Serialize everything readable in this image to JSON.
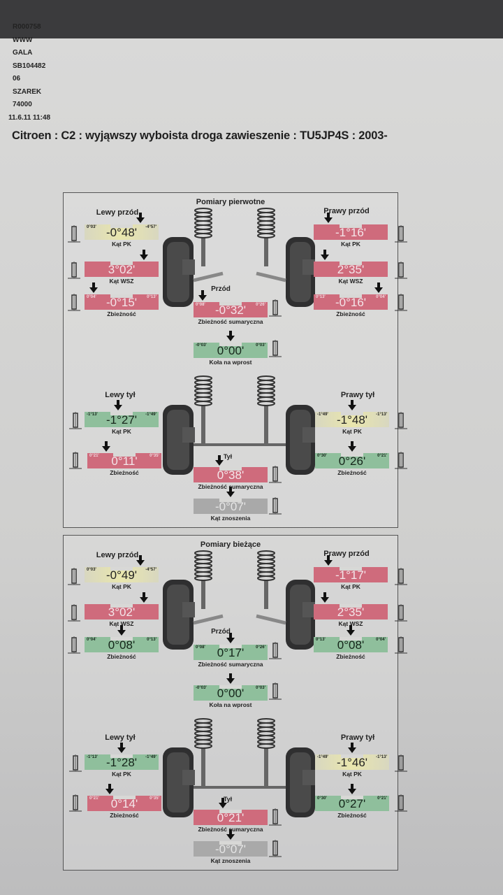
{
  "header": {
    "lines": [
      "R000758",
      "WWW",
      "GALA",
      "SB104482",
      "06",
      "SZAREK",
      "74000",
      "11.6.11 11:48"
    ],
    "title": "Citroen : C2 : wyjąwszy wyboista droga zawieszenie : TU5JP4S : 2003-"
  },
  "colors": {
    "out_of_range": "#cf6b7c",
    "in_range": "#8fbf9c",
    "warning": "#e9e6ad",
    "neutral": "#a9a9a9"
  },
  "panels": [
    {
      "title": "Pomiary pierwotne",
      "front_label": "Przód",
      "rear_label": "Tył",
      "wheel_labels": {
        "lf": "Lewy przód",
        "rf": "Prawy przód",
        "lr": "Lewy tył",
        "rr": "Prawy tył"
      },
      "measurements": {
        "lf_pk": {
          "label": "Kąt PK",
          "value": "-0°48'",
          "min": "0°03'",
          "max": "-4°57'",
          "status": "yellow",
          "pointer": 0.75
        },
        "lf_wsz": {
          "label": "Kąt WSZ",
          "value": "3°02'",
          "min": "",
          "max": "",
          "status": "red",
          "pointer": 0.8
        },
        "lf_toe": {
          "label": "Zbieżność",
          "value": "-0°15'",
          "min": "0°04'",
          "max": "0°13'",
          "status": "red",
          "pointer": 0.12
        },
        "rf_pk": {
          "label": "Kąt PK",
          "value": "-1°16'",
          "min": "",
          "max": "",
          "status": "red",
          "pointer": 0.2
        },
        "rf_wsz": {
          "label": "Kąt WSZ",
          "value": "2°35'",
          "min": "",
          "max": "",
          "status": "red",
          "pointer": 0.15
        },
        "rf_toe": {
          "label": "Zbieżność",
          "value": "-0°16'",
          "min": "0°13'",
          "max": "0°04'",
          "status": "red",
          "pointer": 0.88
        },
        "f_sum": {
          "label": "Zbieżność sumaryczna",
          "value": "-0°32'",
          "min": "0°08'",
          "max": "0°26'",
          "status": "red",
          "pointer": 0.12
        },
        "f_straight": {
          "label": "Koła na wprost",
          "value": "0°00'",
          "min": "-0°03'",
          "max": "0°03'",
          "status": "green",
          "pointer": 0.5
        },
        "lr_pk": {
          "label": "Kąt PK",
          "value": "-1°27'",
          "min": "-1°13'",
          "max": "-1°49'",
          "status": "green",
          "pointer": 0.45
        },
        "lr_toe": {
          "label": "Zbieżność",
          "value": "0°11'",
          "min": "0°21'",
          "max": "0°35'",
          "status": "red",
          "pointer": 0.25
        },
        "rr_pk": {
          "label": "Kąt PK",
          "value": "-1°48'",
          "min": "-1°49'",
          "max": "-1°13'",
          "status": "yellow",
          "pointer": 0.5
        },
        "rr_toe": {
          "label": "Zbieżność",
          "value": "0°26'",
          "min": "0°30'",
          "max": "0°21'",
          "status": "green",
          "pointer": 0.5
        },
        "r_sum": {
          "label": "Zbieżność sumaryczna",
          "value": "0°38'",
          "min": "",
          "max": "",
          "status": "red",
          "pointer": 0.35
        },
        "r_thrust": {
          "label": "Kąt znoszenia",
          "value": "-0°07'",
          "min": "",
          "max": "",
          "status": "gray",
          "pointer": 0.5
        }
      }
    },
    {
      "title": "Pomiary bieżące",
      "front_label": "Przód",
      "rear_label": "Tył",
      "wheel_labels": {
        "lf": "Lewy przód",
        "rf": "Prawy przód",
        "lr": "Lewy tył",
        "rr": "Prawy tył"
      },
      "measurements": {
        "lf_pk": {
          "label": "Kąt PK",
          "value": "-0°49'",
          "min": "0°03'",
          "max": "-4°57'",
          "status": "yellow",
          "pointer": 0.75
        },
        "lf_wsz": {
          "label": "Kąt WSZ",
          "value": "3°02'",
          "min": "",
          "max": "",
          "status": "red",
          "pointer": 0.8
        },
        "lf_toe": {
          "label": "Zbieżność",
          "value": "0°08'",
          "min": "0°04'",
          "max": "0°13'",
          "status": "green",
          "pointer": 0.5
        },
        "rf_pk": {
          "label": "Kąt PK",
          "value": "-1°17'",
          "min": "",
          "max": "",
          "status": "red",
          "pointer": 0.2
        },
        "rf_wsz": {
          "label": "Kąt WSZ",
          "value": "2°35'",
          "min": "",
          "max": "",
          "status": "red",
          "pointer": 0.15
        },
        "rf_toe": {
          "label": "Zbieżność",
          "value": "0°08'",
          "min": "0°13'",
          "max": "0°04'",
          "status": "green",
          "pointer": 0.5
        },
        "f_sum": {
          "label": "Zbieżność sumaryczna",
          "value": "0°17'",
          "min": "0°08'",
          "max": "0°26'",
          "status": "green",
          "pointer": 0.5
        },
        "f_straight": {
          "label": "Koła na wprost",
          "value": "0°00'",
          "min": "-0°03'",
          "max": "0°03'",
          "status": "green",
          "pointer": 0.5
        },
        "lr_pk": {
          "label": "Kąt PK",
          "value": "-1°28'",
          "min": "-1°13'",
          "max": "-1°49'",
          "status": "green",
          "pointer": 0.5
        },
        "lr_toe": {
          "label": "Zbieżność",
          "value": "0°14'",
          "min": "0°21'",
          "max": "0°35'",
          "status": "red",
          "pointer": 0.3
        },
        "rr_pk": {
          "label": "Kąt PK",
          "value": "-1°46'",
          "min": "-1°49'",
          "max": "-1°13'",
          "status": "yellow",
          "pointer": 0.5
        },
        "rr_toe": {
          "label": "Zbieżność",
          "value": "0°27'",
          "min": "0°30'",
          "max": "0°21'",
          "status": "green",
          "pointer": 0.5
        },
        "r_sum": {
          "label": "Zbieżność sumaryczna",
          "value": "0°21'",
          "min": "",
          "max": "",
          "status": "red",
          "pointer": 0.4
        },
        "r_thrust": {
          "label": "Kąt znoszenia",
          "value": "-0°07'",
          "min": "",
          "max": "",
          "status": "gray",
          "pointer": 0.5
        }
      }
    }
  ]
}
